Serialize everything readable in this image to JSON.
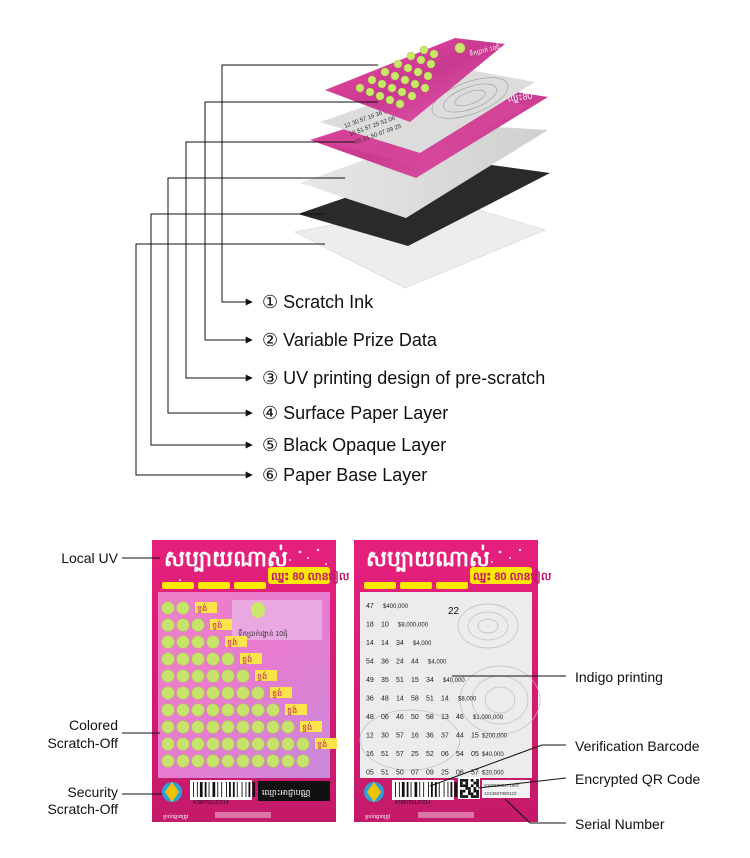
{
  "layers": [
    {
      "num": "①",
      "label": "Scratch Ink"
    },
    {
      "num": "②",
      "label": "Variable Prize Data"
    },
    {
      "num": "③",
      "label": "UV printing design of pre-scratch"
    },
    {
      "num": "④",
      "label": "Surface Paper Layer"
    },
    {
      "num": "⑤",
      "label": "Black Opaque Layer"
    },
    {
      "num": "⑥",
      "label": "Paper Base Layer"
    }
  ],
  "left_callouts": {
    "local_uv": "Local UV",
    "colored_line1": "Colored",
    "colored_line2": "Scratch-Off",
    "security_line1": "Security",
    "security_line2": "Scratch-Off"
  },
  "right_callouts": {
    "indigo": "Indigo printing",
    "barcode": "Verification Barcode",
    "qr": "Encrypted QR Code",
    "serial": "Serial Number"
  },
  "ticket": {
    "title": "សប្បាយណាស់",
    "subtitle": "ឈ្នះ 80 លានរៀល",
    "prize_tag": "ខ្ទង់",
    "barcode_number": "4788791137214",
    "small_prize_text": "ទឹកប្រាក់រង្វាន់ 10ជុំ",
    "winning_number": "22",
    "serial_top": "XXIP5008471997",
    "serial_bottom": "1234567890123",
    "bottom_strip": "ម្ចាស់ឆ្នោតត្រូវ"
  },
  "prize_rows": [
    {
      "nums": [
        "47",
        "",
        "",
        ""
      ],
      "prize": "$400,000"
    },
    {
      "nums": [
        "18",
        "10",
        "",
        ""
      ],
      "prize": "$8,000,000"
    },
    {
      "nums": [
        "14",
        "14",
        "34",
        ""
      ],
      "prize": "$4,000"
    },
    {
      "nums": [
        "54",
        "36",
        "24",
        "44"
      ],
      "prize": "$4,000"
    },
    {
      "nums": [
        "49",
        "35",
        "51",
        "15",
        "34"
      ],
      "prize": "$40,000"
    },
    {
      "nums": [
        "36",
        "48",
        "14",
        "58",
        "51",
        "14"
      ],
      "prize": "$8,000"
    },
    {
      "nums": [
        "48",
        "06",
        "46",
        "50",
        "58",
        "13",
        "46"
      ],
      "prize": "$1,000,000"
    },
    {
      "nums": [
        "12",
        "30",
        "57",
        "16",
        "36",
        "37",
        "44",
        "15"
      ],
      "prize": "$200,000"
    },
    {
      "nums": [
        "16",
        "51",
        "57",
        "25",
        "52",
        "06",
        "54",
        "05"
      ],
      "prize": "$40,000"
    },
    {
      "nums": [
        "05",
        "51",
        "50",
        "07",
        "09",
        "25",
        "06",
        "57"
      ],
      "prize": "$20,000"
    }
  ]
}
